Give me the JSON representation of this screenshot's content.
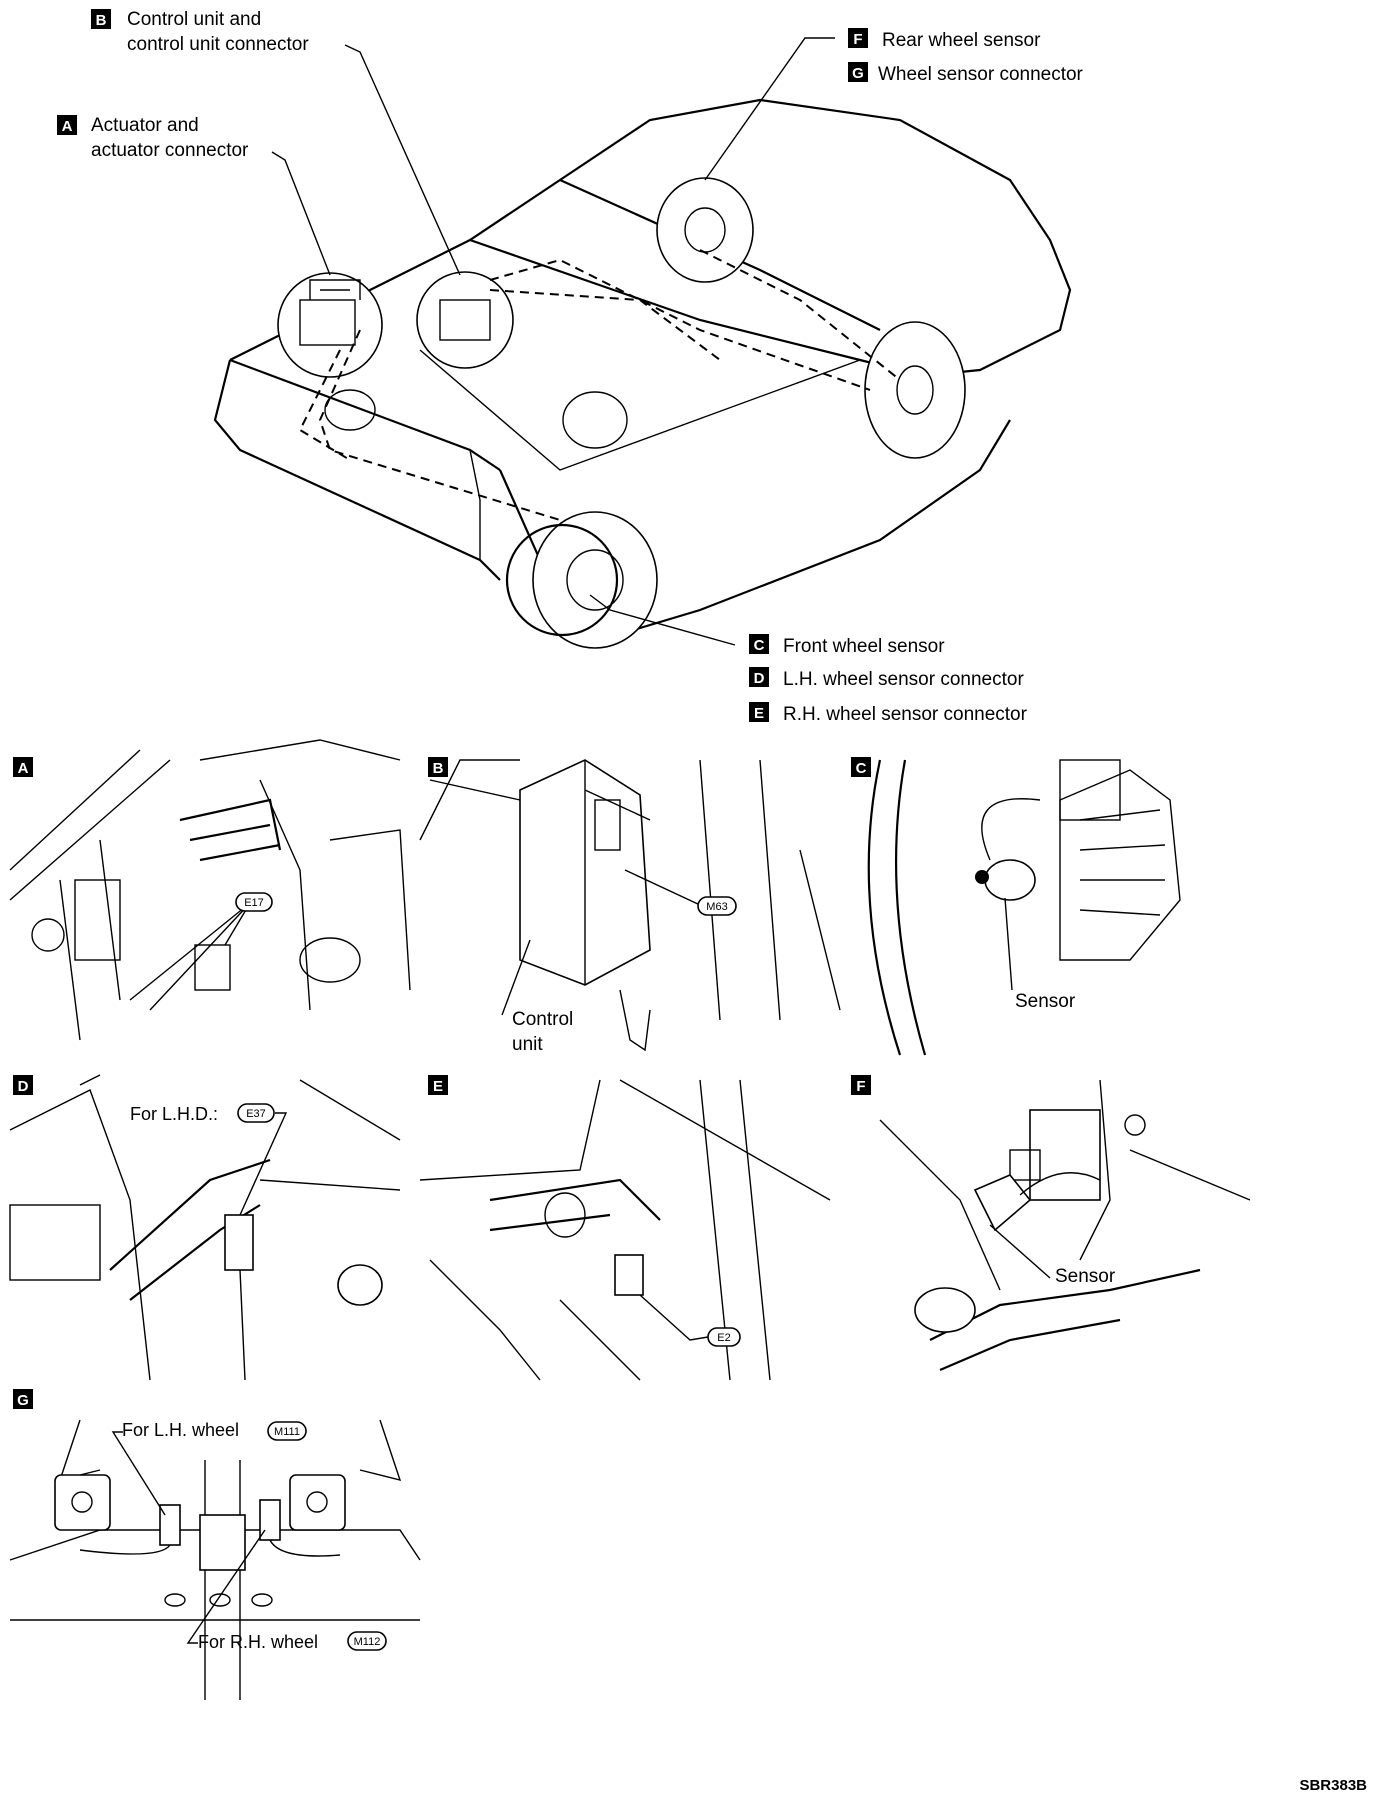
{
  "overview": {
    "callouts": [
      {
        "letter": "B",
        "line1": "Control unit and",
        "line2": "control unit connector"
      },
      {
        "letter": "A",
        "line1": "Actuator and",
        "line2": "actuator connector"
      },
      {
        "letter": "F",
        "line1": "Rear wheel sensor"
      },
      {
        "letter": "G",
        "line1": "Wheel sensor connector"
      },
      {
        "letter": "C",
        "line1": "Front wheel sensor"
      },
      {
        "letter": "D",
        "line1": "L.H. wheel sensor connector"
      },
      {
        "letter": "E",
        "line1": "R.H. wheel sensor connector"
      }
    ]
  },
  "panels": {
    "A": {
      "letter": "A",
      "connector": "E17"
    },
    "B": {
      "letter": "B",
      "connector": "M63",
      "label_line1": "Control",
      "label_line2": "unit"
    },
    "C": {
      "letter": "C",
      "label": "Sensor"
    },
    "D": {
      "letter": "D",
      "label": "For L.H.D.:",
      "connector": "E37"
    },
    "E": {
      "letter": "E",
      "connector": "E2"
    },
    "F": {
      "letter": "F",
      "label": "Sensor"
    },
    "G": {
      "letter": "G",
      "label_lh": "For L.H. wheel",
      "connector_lh": "M111",
      "label_rh": "For R.H. wheel",
      "connector_rh": "M112"
    }
  },
  "figure_ref": "SBR383B"
}
